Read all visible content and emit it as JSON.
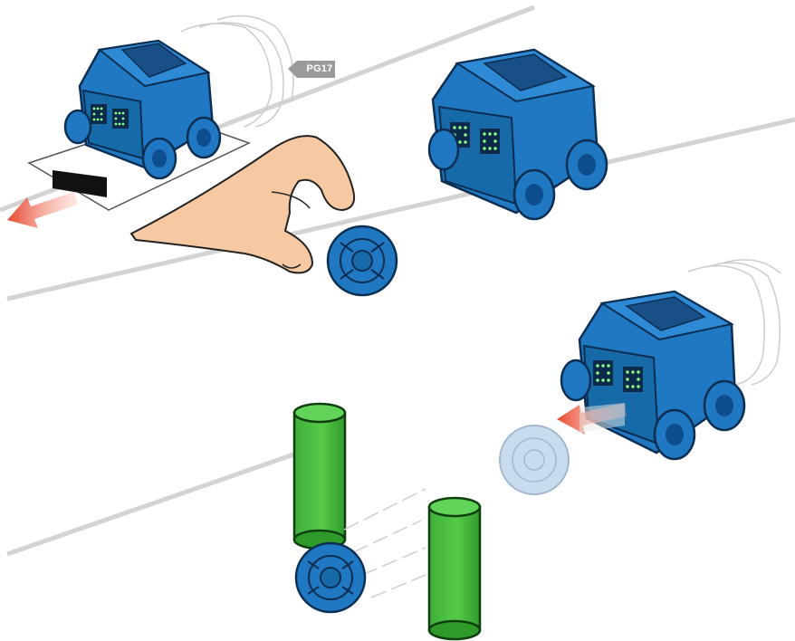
{
  "page_ref": {
    "label": "PG17"
  },
  "colors": {
    "robot_blue": "#1f78c1",
    "robot_dark": "#0d4f8c",
    "led_green": "#7ff07a",
    "cylinder_green": "#3fbf3f",
    "arrow_red": "#e8462e",
    "skin": "#f6c9a2",
    "track_gray": "#d3d3d3",
    "tag_gray": "#9a9a9a"
  },
  "scene": {
    "panels": [
      "robot-on-card-panel",
      "robot-with-ball-panel",
      "ball-between-cylinders-panel"
    ]
  }
}
